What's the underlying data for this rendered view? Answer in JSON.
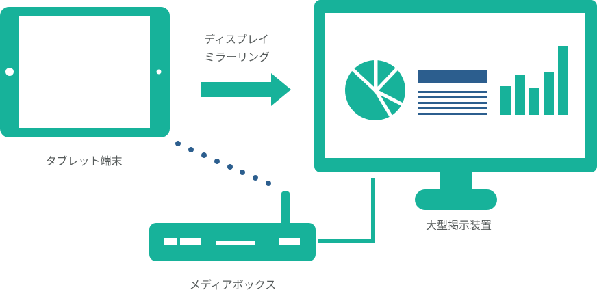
{
  "colors": {
    "teal": "#17b29a",
    "navy": "#2c5e8e",
    "text": "#555a5a",
    "background": "#ffffff"
  },
  "tablet": {
    "label": "タブレット端末",
    "icon": "tablet-icon"
  },
  "mirroring": {
    "line1": "ディスプレイ",
    "line2": "ミラーリング",
    "icon": "arrow-right-icon"
  },
  "display": {
    "label": "大型掲示装置",
    "icon": "monitor-icon",
    "screen_icons": [
      "pie-chart-icon",
      "text-lines-icon",
      "bar-chart-icon"
    ]
  },
  "media_box": {
    "label": "メディアボックス",
    "icon": "router-icon"
  },
  "connections": {
    "wireless": "dotted-line-tablet-to-mediabox",
    "wired": "cable-mediabox-to-display"
  }
}
